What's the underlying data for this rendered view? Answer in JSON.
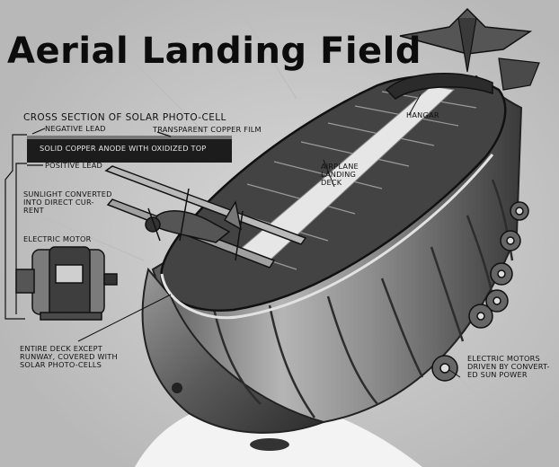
{
  "title": "Aerial Landing Field",
  "cross_section": {
    "title": "CROSS SECTION OF SOLAR PHOTO-CELL",
    "negative_lead": "NEGATIVE LEAD",
    "transparent_film": "TRANSPARENT COPPER FILM",
    "anode": "SOLID COPPER ANODE WITH OXIDIZED TOP",
    "positive_lead": "POSITIVE LEAD"
  },
  "labels": {
    "sunlight": [
      "SUNLIGHT CONVERTED",
      "INTO DIRECT CUR-",
      "RENT"
    ],
    "electric_motor": "ELECTRIC MOTOR",
    "hangar": "HANGAR",
    "landing_deck": [
      "AIRPLANE",
      "LANDING",
      "DECK"
    ],
    "entire_deck": [
      "ENTIRE DECK EXCEPT",
      "RUNWAY, COVERED WITH",
      "SOLAR PHOTO-CELLS"
    ],
    "motors_driven": [
      "ELECTRIC MOTORS",
      "DRIVEN BY CONVERT-",
      "ED SUN POWER"
    ]
  },
  "colors": {
    "background": "#c9c9c9",
    "ink": "#111111",
    "runway": "#e6e6e6",
    "deck_panels": "#3f3f3f",
    "hull": "#8a8a8a"
  }
}
